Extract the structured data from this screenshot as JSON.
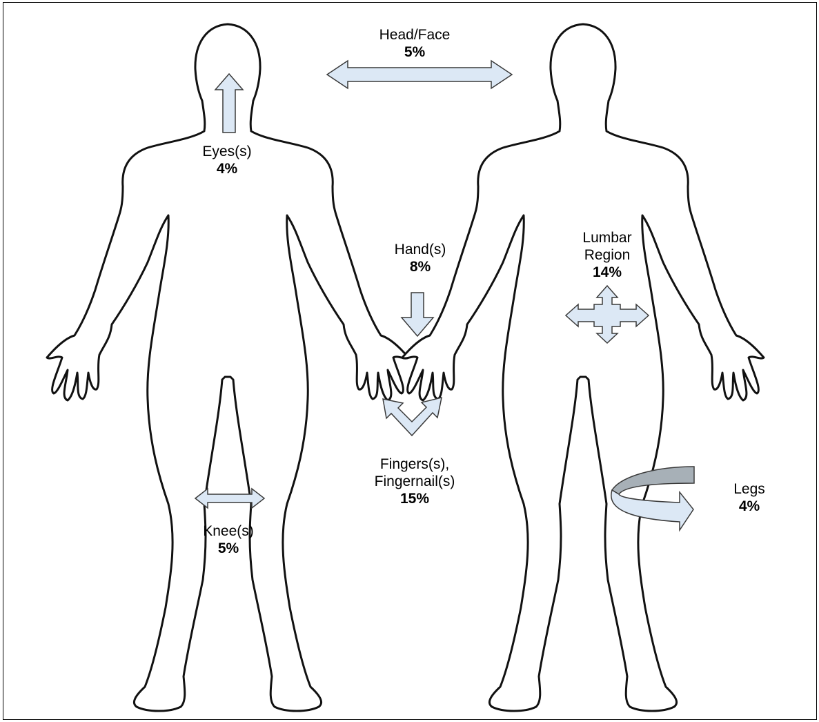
{
  "figure": {
    "labels": [
      {
        "id": "head_face",
        "name": "Head/Face",
        "percent": "5%"
      },
      {
        "id": "eyes",
        "name": "Eyes(s)",
        "percent": "4%"
      },
      {
        "id": "hands",
        "name": "Hand(s)",
        "percent": "8%"
      },
      {
        "id": "lumbar",
        "name_line1": "Lumbar",
        "name_line2": "Region",
        "percent": "14%"
      },
      {
        "id": "fingers",
        "name_line1": "Fingers(s),",
        "name_line2": "Fingernail(s)",
        "percent": "15%"
      },
      {
        "id": "knees",
        "name": "Knee(s)",
        "percent": "5%"
      },
      {
        "id": "legs",
        "name": "Legs",
        "percent": "4%"
      }
    ],
    "colors": {
      "arrow_fill": "#dce8f5",
      "arrow_stroke": "#3a3a3a",
      "ribbon_dark": "#a7b0b7",
      "outline": "#111111"
    }
  }
}
